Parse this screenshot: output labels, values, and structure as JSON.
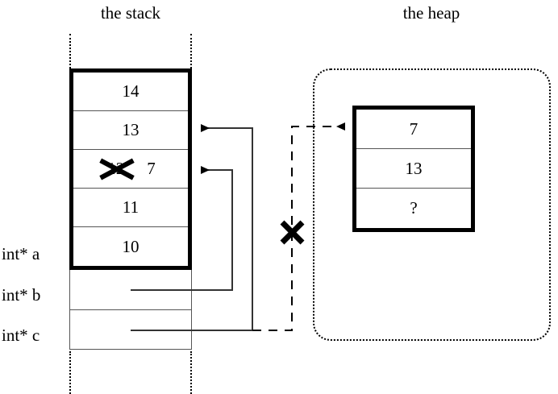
{
  "titles": {
    "stack": "the stack",
    "heap": "the heap"
  },
  "stack": {
    "array_cells": [
      {
        "value": "14",
        "struck": false
      },
      {
        "value": "13",
        "struck": false
      },
      {
        "value": "12",
        "struck": true,
        "new_value": "7"
      },
      {
        "value": "11",
        "struck": false
      },
      {
        "value": "10",
        "struck": false
      }
    ],
    "pointer_rows": [
      {
        "label": "int* a",
        "value": ""
      },
      {
        "label": "int* b",
        "value": ""
      },
      {
        "label": "int* c",
        "value": ""
      }
    ]
  },
  "heap": {
    "cells": [
      {
        "value": "7"
      },
      {
        "value": "13"
      },
      {
        "value": "?"
      }
    ]
  },
  "annotations": {
    "cancel_mark": "×",
    "strike_mark": "×"
  },
  "colors": {
    "ink": "#000000",
    "background": "#ffffff",
    "hairline": "#555555"
  }
}
